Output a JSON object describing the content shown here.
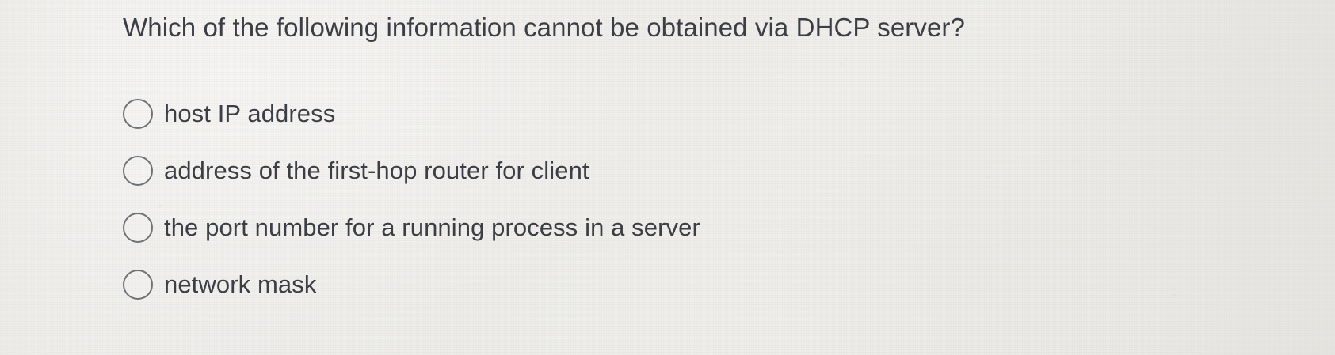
{
  "question": {
    "text": "Which of the following information cannot be obtained via DHCP server?"
  },
  "options": [
    {
      "id": "option-a",
      "label": "host IP address",
      "selected": false
    },
    {
      "id": "option-b",
      "label": "address of the first-hop router for client",
      "selected": false
    },
    {
      "id": "option-c",
      "label": "the port number for a running process in a server",
      "selected": false
    },
    {
      "id": "option-d",
      "label": "network mask",
      "selected": false
    }
  ],
  "colors": {
    "text": "#3b3e44",
    "radio_border": "#6e7277",
    "paper_background": "#efeeec"
  }
}
